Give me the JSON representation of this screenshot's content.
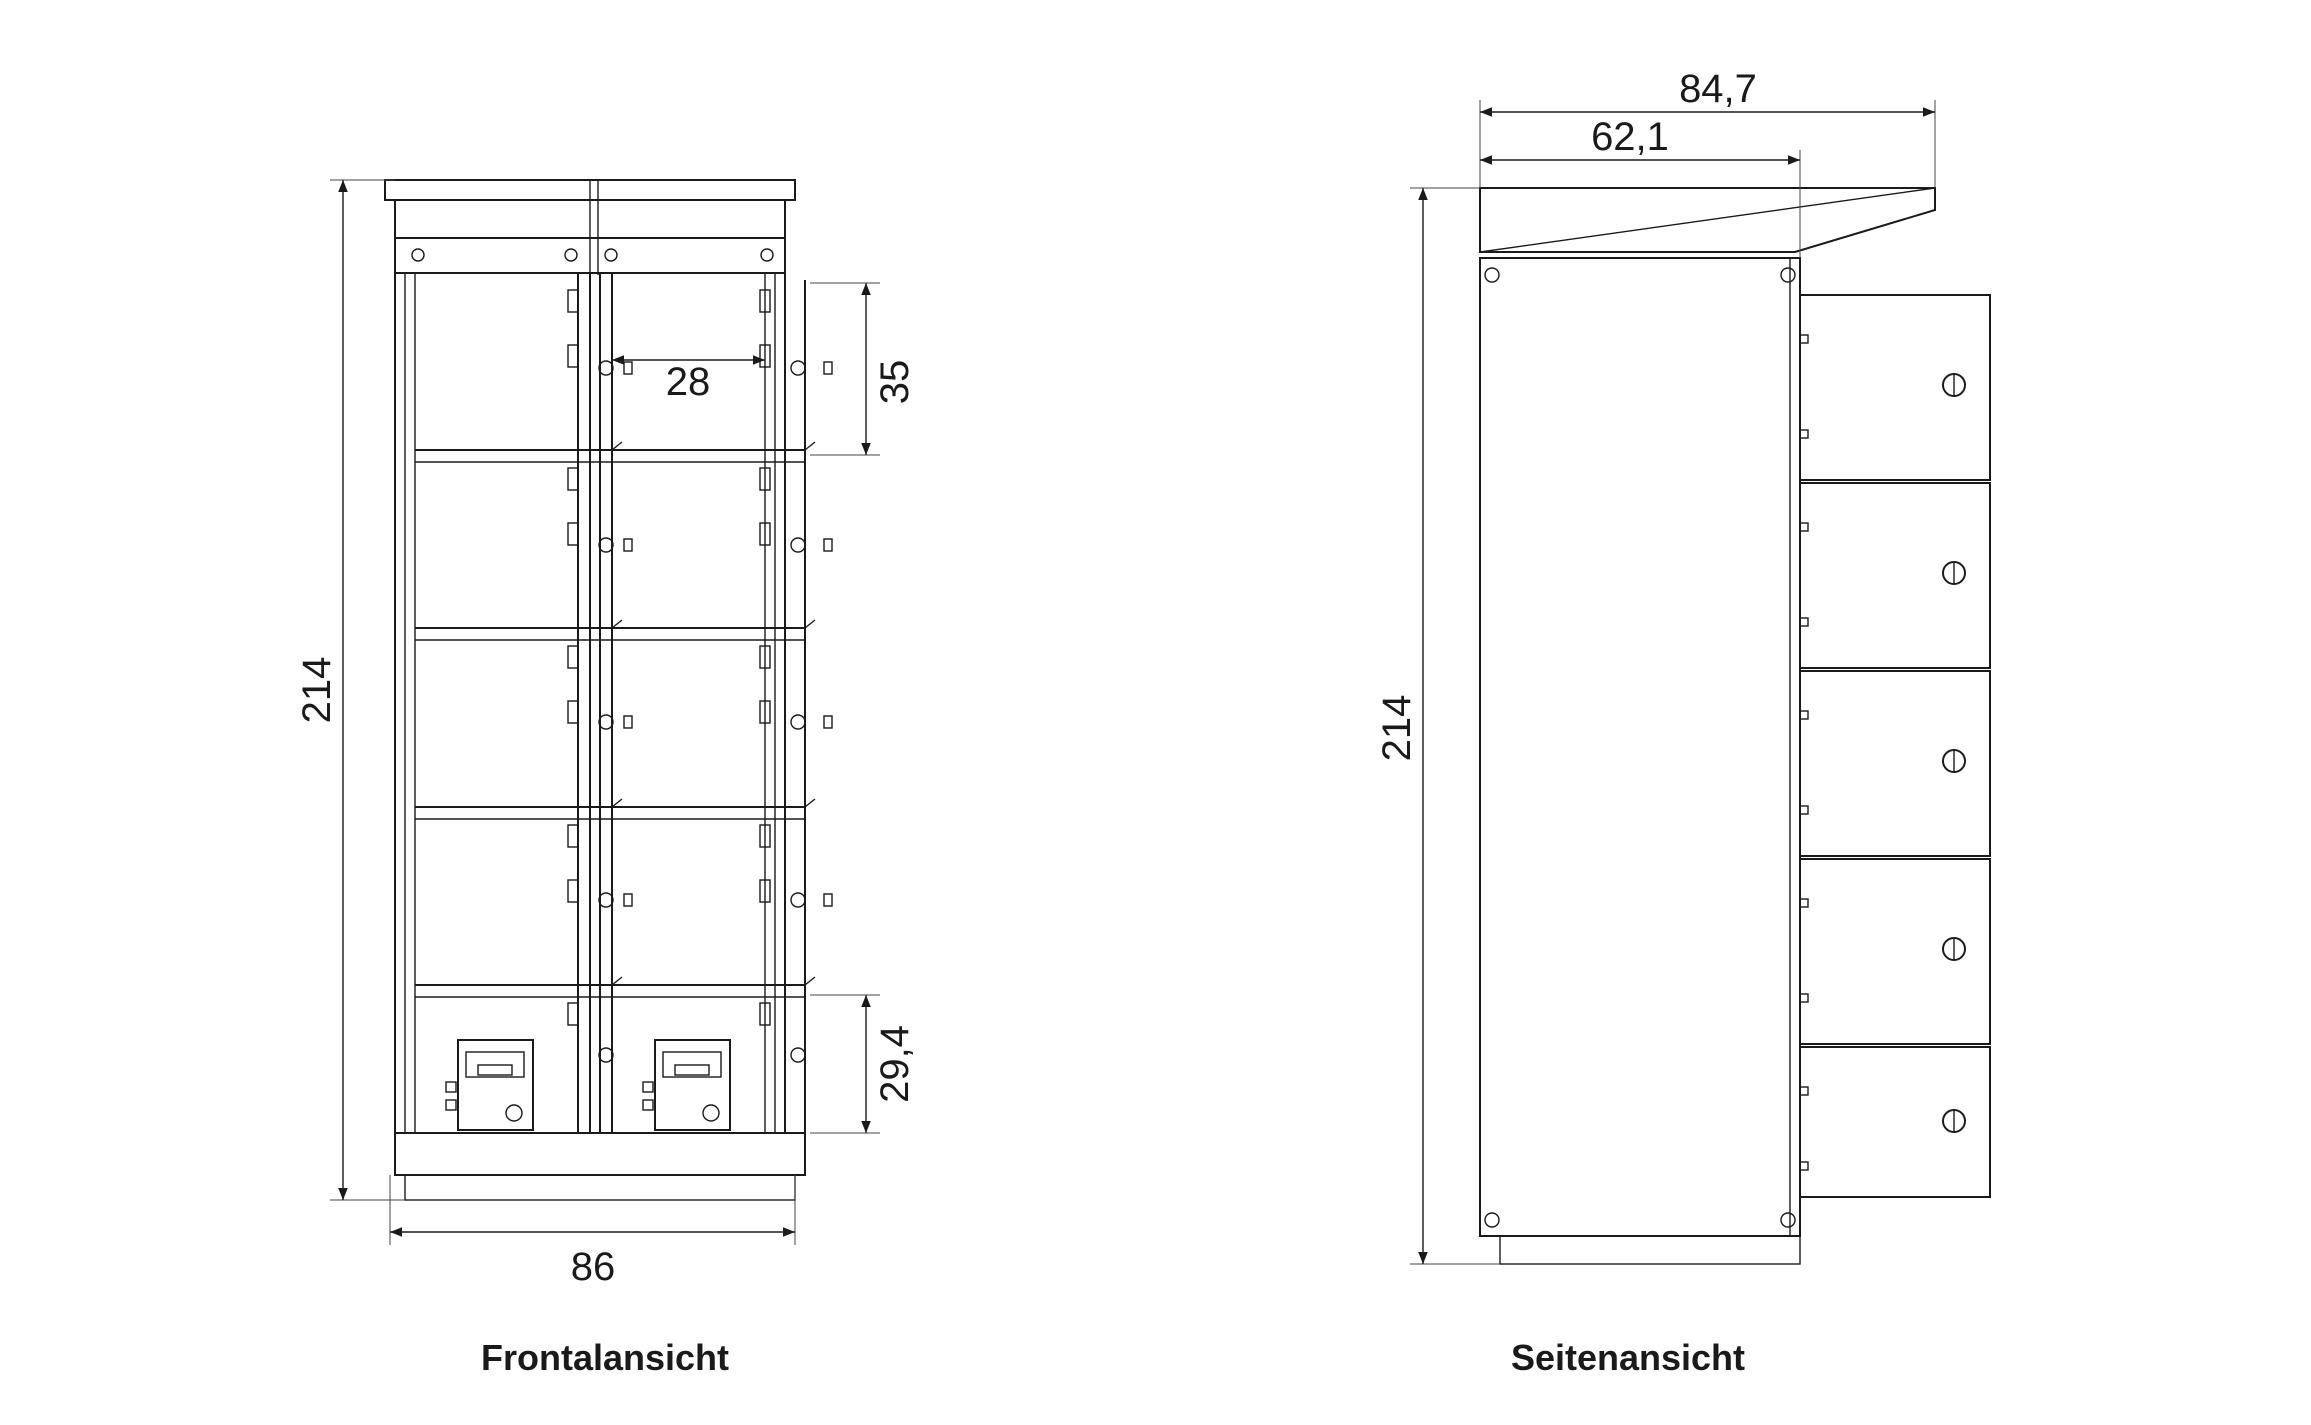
{
  "front_view": {
    "caption": "Frontalansicht",
    "dimensions": {
      "height": "214",
      "width": "86",
      "inner_width": "28",
      "top_compartment_height": "35",
      "bottom_compartment_height": "29,4"
    }
  },
  "side_view": {
    "caption": "Seitenansicht",
    "dimensions": {
      "height": "214",
      "total_depth": "84,7",
      "body_depth": "62,1"
    }
  },
  "colors": {
    "line": "#1a1a1a",
    "background": "#ffffff"
  }
}
